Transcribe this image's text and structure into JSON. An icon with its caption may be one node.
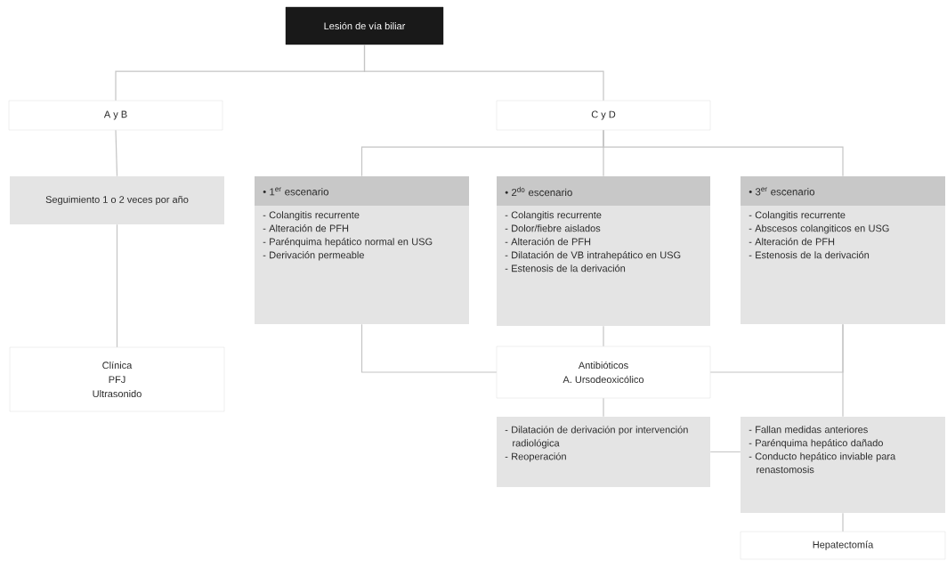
{
  "diagram": {
    "nodes": [
      {
        "text": [
          "Lesión de vía biliar"
        ]
      },
      {
        "text": [
          "A y B"
        ]
      },
      {
        "text": [
          "C y D"
        ]
      },
      {
        "text": [
          "Seguimiento 1 o 2 veces por año"
        ]
      },
      {
        "text": [
          "• 1$^{er}$ escenario",
          "- Colangitis recurrente",
          "- Alteración de PFH",
          "- Parénquima hepático normal en USG",
          "- Derivación permeable"
        ]
      },
      {
        "text": [
          "• 2$^{do}$ escenario",
          "- Colangitis recurrente",
          "- Dolor/fiebre aislados",
          "- Alteración de PFH",
          "- Dilatación de VB intrahepático en USG",
          "- Estenosis de la derivación"
        ]
      },
      {
        "text": [
          "• 3$^{er}$ escenario",
          "- Colangitis recurrente",
          "- Abscesos colangiticos en USG",
          "- Alteración de PFH",
          "- Estenosis de la derivación"
        ]
      },
      {
        "text": [
          "Clínica",
          "PFJ",
          "Ultrasonido"
        ]
      },
      {
        "text": [
          "Antibióticos",
          "A. Ursodeoxicólico"
        ]
      },
      {
        "text": [
          "- Dilatación de derivación por intervención radiológica",
          "- Reoperación"
        ]
      },
      {
        "text": [
          "- Fallan medidas anteriores",
          "- Parénquima hepático dañado",
          "- Conducto hepático inviable para renastomosis"
        ]
      },
      {
        "text": [
          "Hepatectomía"
        ]
      }
    ],
    "edges": [
      {
        "from": 0,
        "to": 1,
        "arrow": "none"
      },
      {
        "from": 0,
        "to": 2,
        "arrow": "none"
      },
      {
        "from": 1,
        "to": 3,
        "arrow": "none"
      },
      {
        "from": 3,
        "to": 7,
        "arrow": "none"
      },
      {
        "from": 2,
        "to": 4,
        "arrow": "none"
      },
      {
        "from": 2,
        "to": 5,
        "arrow": "none"
      },
      {
        "from": 2,
        "to": 6,
        "arrow": "none"
      },
      {
        "from": 4,
        "to": 8,
        "arrow": "none"
      },
      {
        "from": 5,
        "to": 8,
        "arrow": "none"
      },
      {
        "from": 6,
        "to": 8,
        "arrow": "none"
      },
      {
        "from": 6,
        "to": 10,
        "arrow": "none"
      },
      {
        "from": 8,
        "to": 9,
        "arrow": "none"
      },
      {
        "from": 9,
        "to": 10,
        "arrow": "none"
      },
      {
        "from": 10,
        "to": 11,
        "arrow": "none"
      }
    ]
  }
}
